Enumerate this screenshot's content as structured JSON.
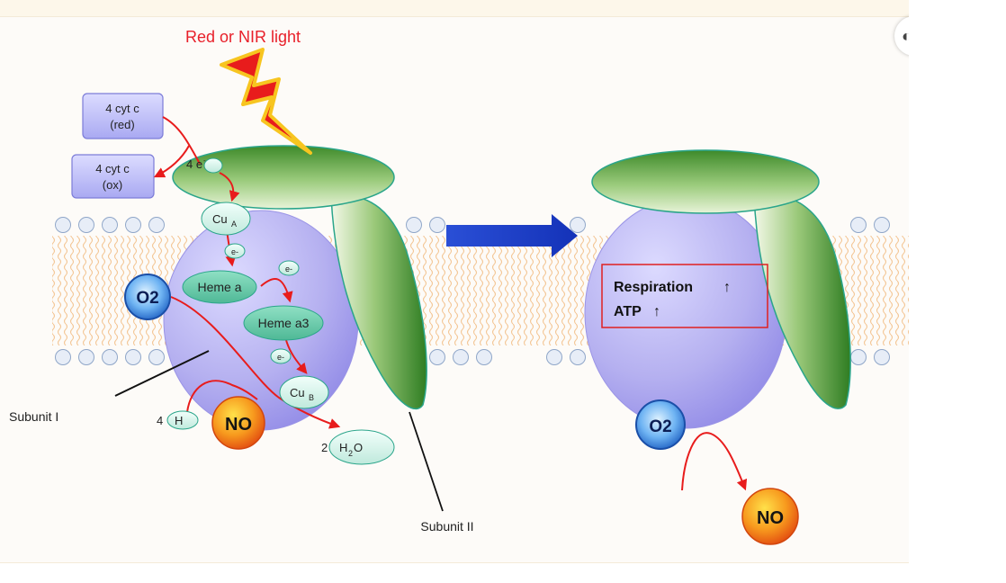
{
  "light_label": "Red or NIR light",
  "cyt_red": [
    "4 cyt c",
    "(red)"
  ],
  "cyt_ox": [
    "4 cyt c",
    "(ox)"
  ],
  "four_e": "4 e",
  "e_minus": "e-",
  "cu_a": {
    "base": "Cu",
    "sub": "A"
  },
  "heme_a": "Heme a",
  "heme_a3": "Heme a3",
  "cu_b": {
    "base": "Cu",
    "sub": "B"
  },
  "o2": "O2",
  "no": "NO",
  "four_h": {
    "coef": "4",
    "sym": "H"
  },
  "h2o": {
    "coef": "2",
    "H": "H",
    "sub": "2",
    "O": "O"
  },
  "subunit_1": "Subunit I",
  "subunit_2": "Subunit II",
  "respiration": "Respiration",
  "atp": "ATP",
  "up_arrow": "↑",
  "colors": {
    "light_red": "#e8202a",
    "protein_purple": "#b7b3f2",
    "subunit_green": "#3f8e2a",
    "membrane_head": "#d9e3f2",
    "arrow_blue": "#1d3fcc",
    "no_orange": "#f07818"
  }
}
